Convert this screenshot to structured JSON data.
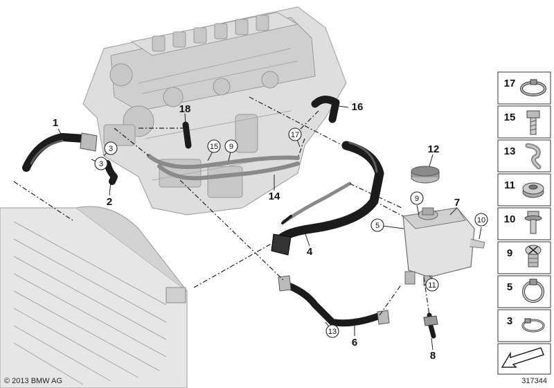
{
  "copyright": "© 2013 BMW AG",
  "diagram_id": "317344",
  "callouts_plain": [
    "1",
    "2",
    "4",
    "5",
    "6",
    "7",
    "8",
    "12",
    "14",
    "16",
    "18"
  ],
  "callouts_circled": [
    "3",
    "3",
    "9",
    "9",
    "10",
    "11",
    "13",
    "15",
    "17"
  ],
  "parts_legend": [
    "17",
    "15",
    "13",
    "11",
    "10",
    "9",
    "5",
    "3"
  ],
  "colors": {
    "hose": "#1b1b1b",
    "engine": "#dedede",
    "radiator": "#e6e6e6",
    "leader_line": "#222222"
  }
}
